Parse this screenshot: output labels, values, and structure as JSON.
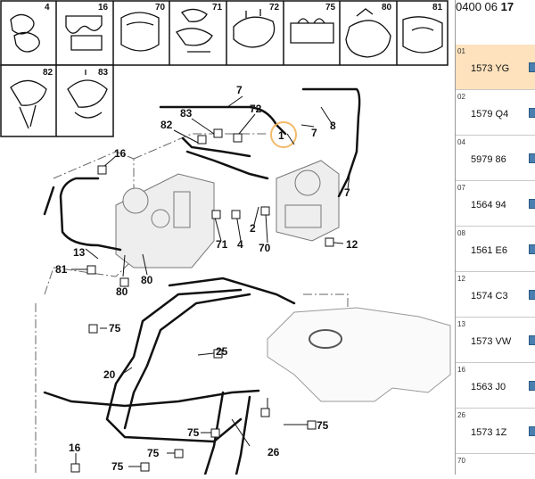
{
  "thumbnails": [
    {
      "num": "4"
    },
    {
      "num": "16"
    },
    {
      "num": "70"
    },
    {
      "num": "71"
    },
    {
      "num": "72"
    },
    {
      "num": "75"
    },
    {
      "num": "80"
    },
    {
      "num": "81"
    },
    {
      "num": "82"
    },
    {
      "num": "83"
    }
  ],
  "callouts": {
    "c7a": "7",
    "c72": "72",
    "c83": "83",
    "c82": "82",
    "c1": "1",
    "c7b": "7",
    "c8": "8",
    "c16a": "16",
    "c7c": "7",
    "c71": "71",
    "c4": "4",
    "c2": "2",
    "c70": "70",
    "c12": "12",
    "c13": "13",
    "c81": "81",
    "c80a": "80",
    "c80b": "80",
    "c75a": "75",
    "c25": "25",
    "c20": "20",
    "c75b": "75",
    "c75c": "75",
    "c16b": "16",
    "c75d": "75",
    "c26": "26",
    "c75e": "75"
  },
  "panel": {
    "header_ref": "0400 06",
    "header_bold": "17",
    "rows": [
      {
        "idx": "01",
        "part": "1573 YG",
        "selected": true
      },
      {
        "idx": "02",
        "part": "1579 Q4",
        "selected": false
      },
      {
        "idx": "04",
        "part": "5979 86",
        "selected": false
      },
      {
        "idx": "07",
        "part": "1564 94",
        "selected": false
      },
      {
        "idx": "08",
        "part": "1561 E6",
        "selected": false
      },
      {
        "idx": "12",
        "part": "1574 C3",
        "selected": false
      },
      {
        "idx": "13",
        "part": "1573 VW",
        "selected": false
      },
      {
        "idx": "16",
        "part": "1563 J0",
        "selected": false
      },
      {
        "idx": "26",
        "part": "1573 1Z",
        "selected": false
      },
      {
        "idx": "70",
        "part": "",
        "selected": false
      }
    ]
  },
  "colors": {
    "highlight": "#fde2bd",
    "marker": "#4a7fb0",
    "callout_ring": "#f2b45a"
  }
}
